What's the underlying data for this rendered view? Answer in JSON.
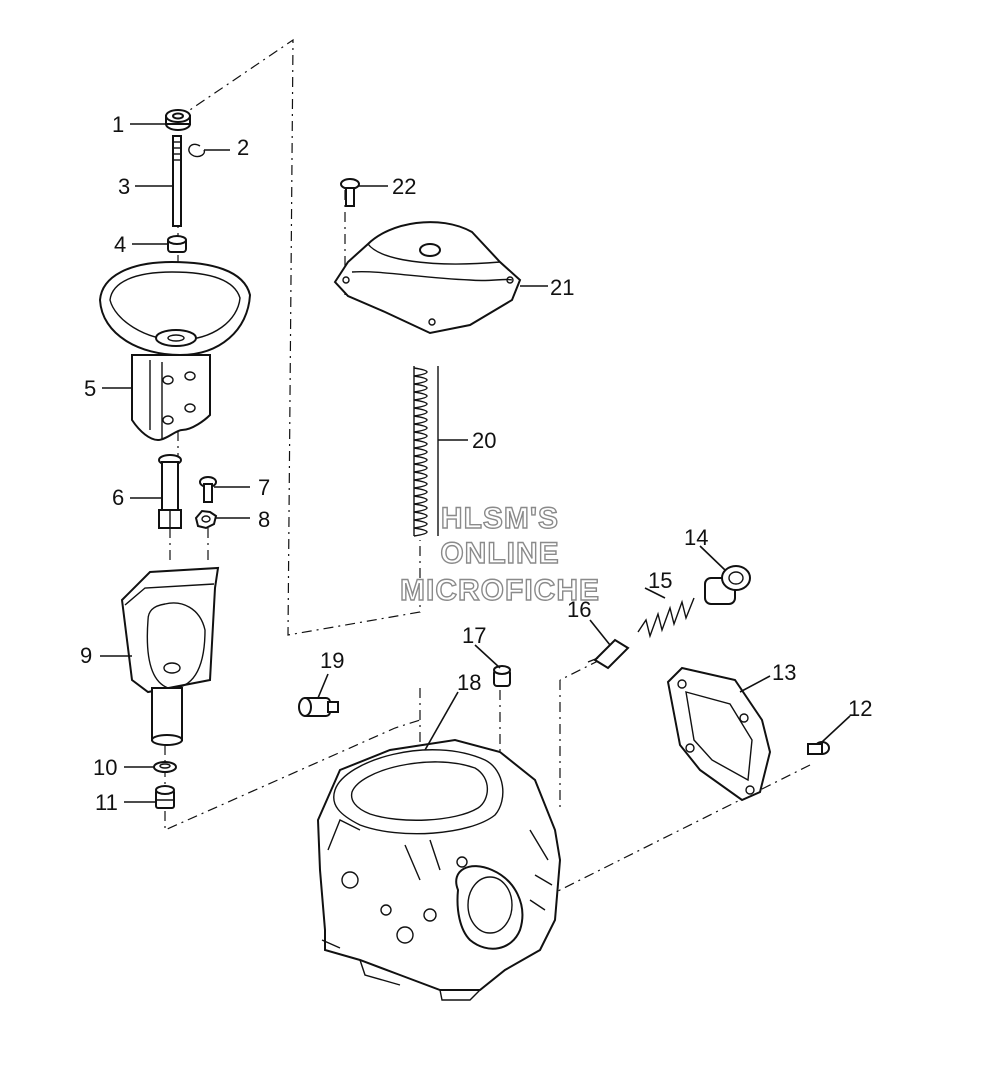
{
  "callouts": [
    {
      "id": "1",
      "text": "1"
    },
    {
      "id": "2",
      "text": "2"
    },
    {
      "id": "3",
      "text": "3"
    },
    {
      "id": "4",
      "text": "4"
    },
    {
      "id": "5",
      "text": "5"
    },
    {
      "id": "6",
      "text": "6"
    },
    {
      "id": "7",
      "text": "7"
    },
    {
      "id": "8",
      "text": "8"
    },
    {
      "id": "9",
      "text": "9"
    },
    {
      "id": "10",
      "text": "10"
    },
    {
      "id": "11",
      "text": "11"
    },
    {
      "id": "12",
      "text": "12"
    },
    {
      "id": "13",
      "text": "13"
    },
    {
      "id": "14",
      "text": "14"
    },
    {
      "id": "15",
      "text": "15"
    },
    {
      "id": "16",
      "text": "16"
    },
    {
      "id": "17",
      "text": "17"
    },
    {
      "id": "18",
      "text": "18"
    },
    {
      "id": "19",
      "text": "19"
    },
    {
      "id": "20",
      "text": "20"
    },
    {
      "id": "21",
      "text": "21"
    },
    {
      "id": "22",
      "text": "22"
    }
  ],
  "watermark": {
    "line1": "HLSM'S",
    "line2": "ONLINE",
    "line3": "MICROFICHE"
  }
}
